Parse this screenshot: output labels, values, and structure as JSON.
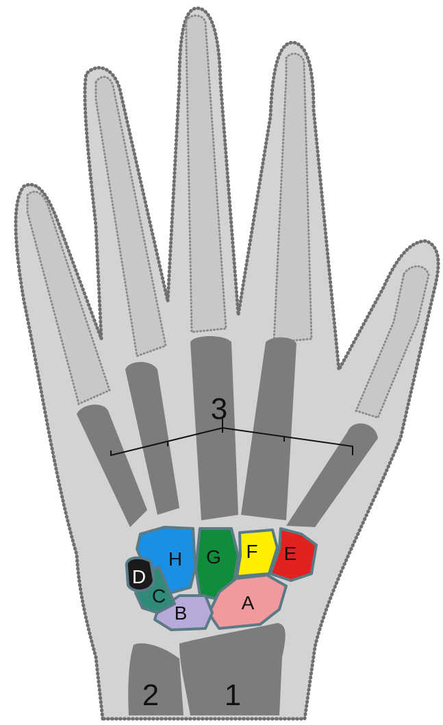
{
  "labels": {
    "radius": "1",
    "ulna": "2",
    "metacarpals": "3",
    "carpal_a": "A",
    "carpal_b": "B",
    "carpal_c": "C",
    "carpal_d": "D",
    "carpal_e": "E",
    "carpal_f": "F",
    "carpal_g": "G",
    "carpal_h": "H"
  },
  "colors": {
    "background": "#ffffff",
    "hand_silhouette": "#d3d3d3",
    "phalanx_bone": "#c8c8c8",
    "long_bone": "#7c7c7c",
    "carpal_outline": "#5a7a86",
    "dotted_outline": "#6f6f6f",
    "carpal_a": "#f19a9d",
    "carpal_b": "#b7a9d9",
    "carpal_c": "#2f8a78",
    "carpal_d": "#1a1a1a",
    "carpal_e": "#e0231f",
    "carpal_f": "#ffee00",
    "carpal_g": "#108d3b",
    "carpal_h": "#1a8fe3"
  }
}
